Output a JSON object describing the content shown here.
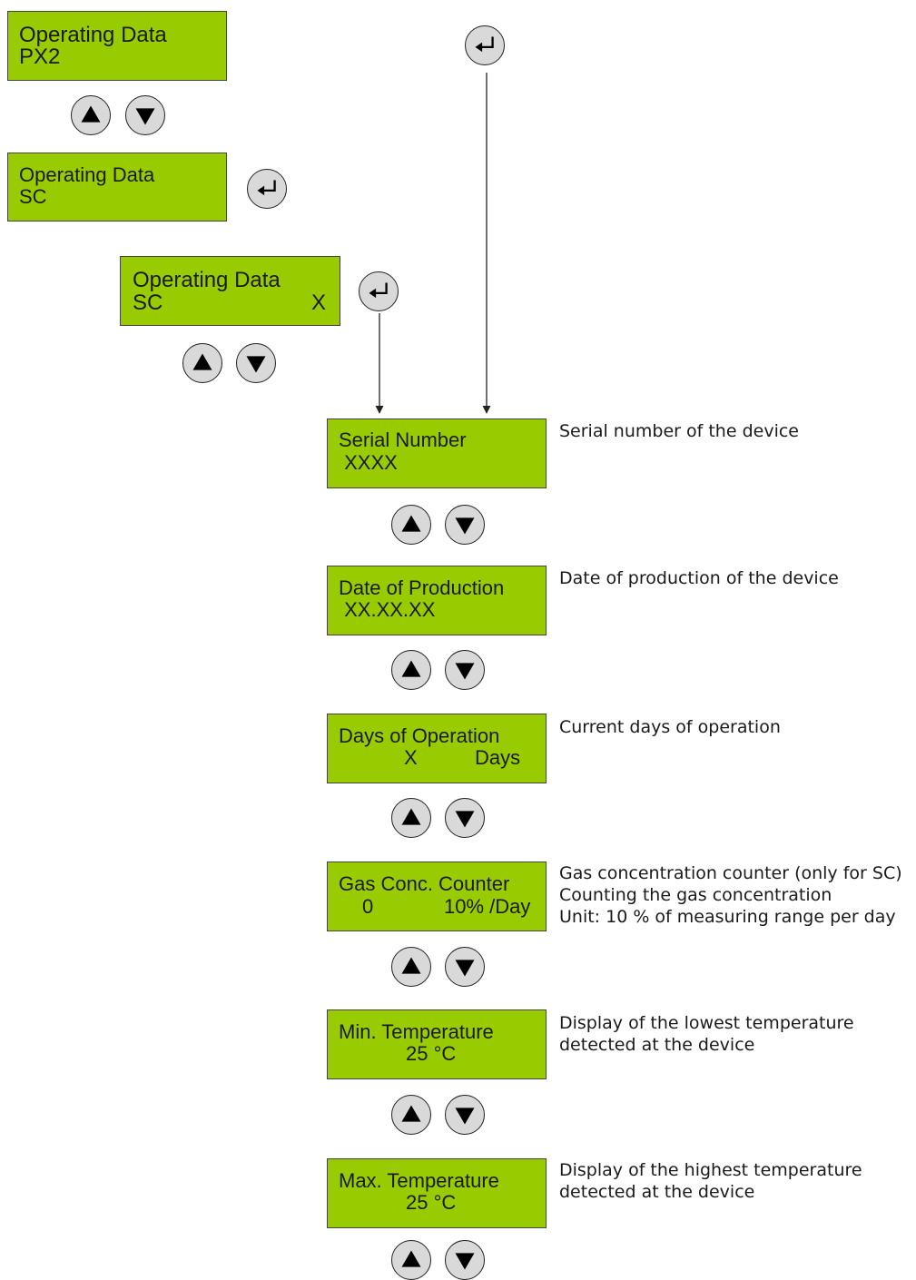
{
  "displays": {
    "px2": {
      "line1": "Operating Data",
      "line2": "PX2"
    },
    "sc": {
      "line1": "Operating Data",
      "line2": "SC"
    },
    "sc_x": {
      "line1": "Operating Data",
      "line2": "SC",
      "line2_right": "X"
    },
    "serial": {
      "line1": "Serial Number",
      "line2": " XXXX"
    },
    "production": {
      "line1": "Date of Production",
      "line2": " XX.XX.XX"
    },
    "days": {
      "line1": "Days of Operation",
      "line2a": "X",
      "line2b": "Days"
    },
    "gas": {
      "line1": "Gas Conc. Counter",
      "line2a": "0",
      "line2b": "10% /Day"
    },
    "min_temp": {
      "line1": "Min. Temperature",
      "line2": "25 °C"
    },
    "max_temp": {
      "line1": "Max. Temperature",
      "line2": "25 °C"
    }
  },
  "descriptions": {
    "serial": [
      "Serial number of the device"
    ],
    "production": [
      "Date of production of the device"
    ],
    "days": [
      "Current days of operation"
    ],
    "gas": [
      "Gas concentration counter (only for SC)",
      "Counting the gas concentration",
      "Unit: 10 % of measuring range per day"
    ],
    "min_temp": [
      "Display of the lowest temperature",
      "detected at the device"
    ],
    "max_temp": [
      "Display of the highest temperature",
      "detected at the device"
    ]
  },
  "icons": {
    "up": "up-arrow-icon",
    "down": "down-arrow-icon",
    "enter": "enter-icon"
  },
  "colors": {
    "lcd_background": "#99cc00",
    "button_fill": "#d9d9d9",
    "outline": "#222222"
  }
}
